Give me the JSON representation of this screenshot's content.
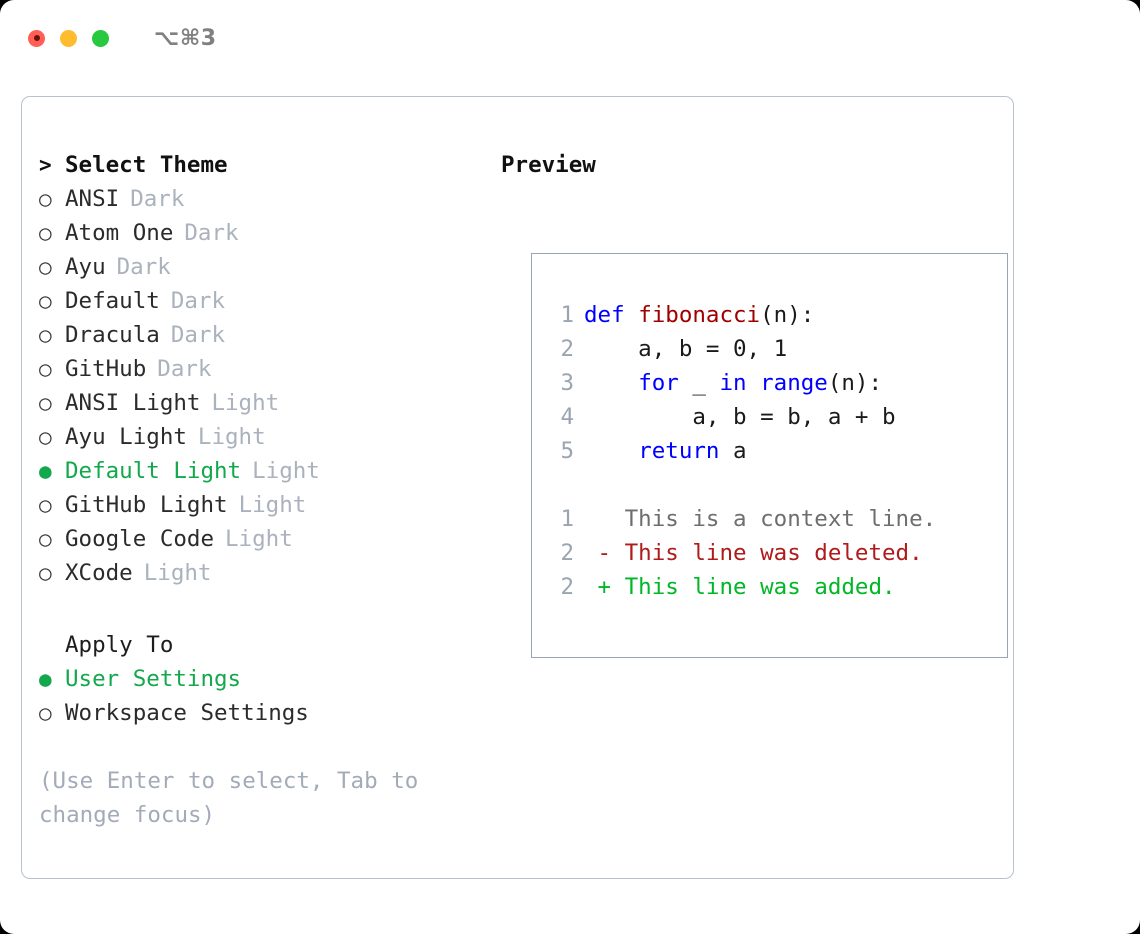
{
  "titlebar": {
    "shortcut": "⌥⌘3",
    "buttons": [
      {
        "name": "close",
        "color": "#ff5f57"
      },
      {
        "name": "minimize",
        "color": "#febc2e"
      },
      {
        "name": "maximize",
        "color": "#28c840"
      }
    ]
  },
  "accent_color": "#12a84b",
  "theme_list": {
    "title": "Select Theme",
    "title_marker": ">",
    "marker_unselected": "○",
    "marker_selected": "●",
    "items": [
      {
        "label": "ANSI",
        "badge": "Dark",
        "selected": false
      },
      {
        "label": "Atom One",
        "badge": "Dark",
        "selected": false
      },
      {
        "label": "Ayu",
        "badge": "Dark",
        "selected": false
      },
      {
        "label": "Default",
        "badge": "Dark",
        "selected": false
      },
      {
        "label": "Dracula",
        "badge": "Dark",
        "selected": false
      },
      {
        "label": "GitHub",
        "badge": "Dark",
        "selected": false
      },
      {
        "label": "ANSI Light",
        "badge": "Light",
        "selected": false
      },
      {
        "label": "Ayu Light",
        "badge": "Light",
        "selected": false
      },
      {
        "label": "Default Light",
        "badge": "Light",
        "selected": true
      },
      {
        "label": "GitHub Light",
        "badge": "Light",
        "selected": false
      },
      {
        "label": "Google Code",
        "badge": "Light",
        "selected": false
      },
      {
        "label": "XCode",
        "badge": "Light",
        "selected": false
      }
    ]
  },
  "apply_to": {
    "title": "Apply To",
    "items": [
      {
        "label": "User Settings",
        "selected": true
      },
      {
        "label": "Workspace Settings",
        "selected": false
      }
    ]
  },
  "hint": "(Use Enter to select, Tab to change focus)",
  "preview": {
    "title": "Preview",
    "code_lines": [
      {
        "num": "1",
        "tokens": [
          {
            "text": "def ",
            "type": "keyword"
          },
          {
            "text": "fibonacci",
            "type": "function"
          },
          {
            "text": "(n):",
            "type": "plain"
          }
        ]
      },
      {
        "num": "2",
        "tokens": [
          {
            "text": "    a, b = 0, 1",
            "type": "plain"
          }
        ]
      },
      {
        "num": "3",
        "tokens": [
          {
            "text": "    ",
            "type": "plain"
          },
          {
            "text": "for",
            "type": "keyword"
          },
          {
            "text": " _ ",
            "type": "plain"
          },
          {
            "text": "in",
            "type": "keyword"
          },
          {
            "text": " ",
            "type": "plain"
          },
          {
            "text": "range",
            "type": "keyword"
          },
          {
            "text": "(n):",
            "type": "plain"
          }
        ]
      },
      {
        "num": "4",
        "tokens": [
          {
            "text": "        a, b = b, a + b",
            "type": "plain"
          }
        ]
      },
      {
        "num": "5",
        "tokens": [
          {
            "text": "    ",
            "type": "plain"
          },
          {
            "text": "return",
            "type": "keyword"
          },
          {
            "text": " a",
            "type": "plain"
          }
        ]
      }
    ],
    "diff_lines": [
      {
        "num": "1",
        "sign": " ",
        "text": "This is a context line.",
        "type": "context"
      },
      {
        "num": "2",
        "sign": "-",
        "text": "This line was deleted.",
        "type": "deleted"
      },
      {
        "num": "2",
        "sign": "+",
        "text": "This line was added.",
        "type": "added"
      }
    ]
  }
}
